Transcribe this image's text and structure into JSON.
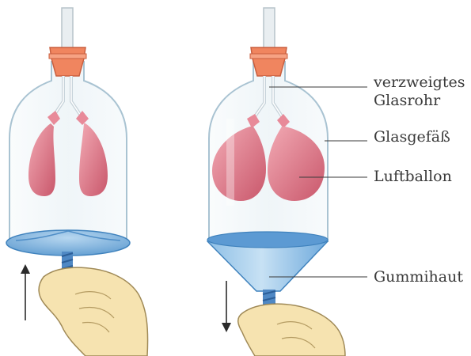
{
  "labels": {
    "tube_line1": "verzweigtes",
    "tube_line2": "Glasrohr",
    "jar": "Glasgefäß",
    "balloon": "Luftballon",
    "membrane": "Gummihaut"
  },
  "colors": {
    "glass_outline": "#9fbfd0",
    "glass_fill": "#eef5f8",
    "stopper": "#f0855f",
    "balloon": "#d9687a",
    "membrane": "#6aa7d8",
    "hand": "#f6e3b0",
    "hand_outline": "#a08a57",
    "arrow": "#2b2b2b",
    "text": "#3a3a3a"
  },
  "icons": {
    "arrow_up": "arrow-up-icon",
    "arrow_down": "arrow-down-icon"
  }
}
